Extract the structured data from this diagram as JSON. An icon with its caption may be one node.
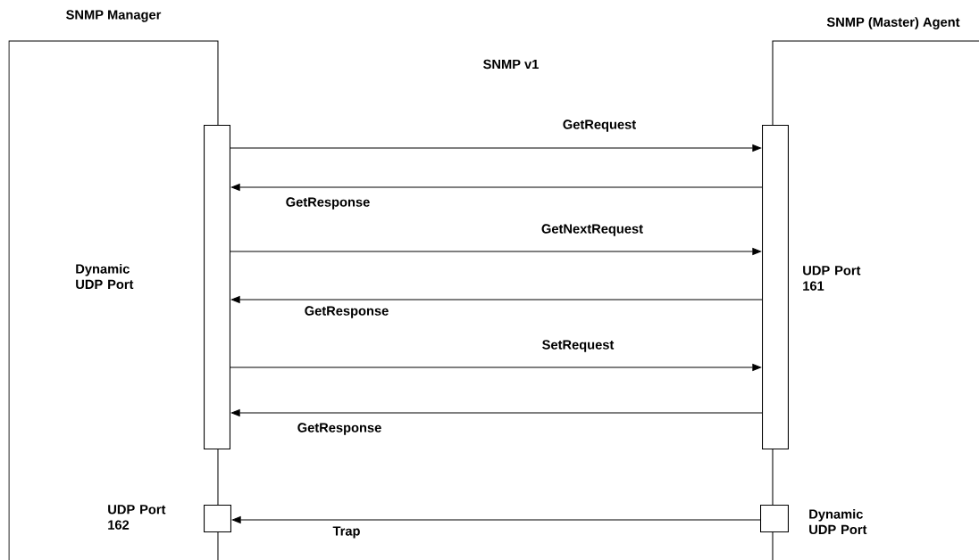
{
  "diagram": {
    "title": "SNMP v1",
    "nodes": [
      {
        "text": [
          "SNMP Manager"
        ]
      },
      {
        "text": [
          "SNMP (Master) Agent"
        ]
      },
      {
        "text": [],
        "shape": "box"
      },
      {
        "text": [],
        "shape": "box"
      },
      {
        "text": [],
        "shape": "box"
      },
      {
        "text": [],
        "shape": "box"
      }
    ],
    "edges": [
      {
        "from": 2,
        "to": 3,
        "arrow": "to",
        "label": "GetRequest"
      },
      {
        "from": 3,
        "to": 2,
        "arrow": "to",
        "label": "GetResponse"
      },
      {
        "from": 2,
        "to": 3,
        "arrow": "to",
        "label": "GetNextRequest"
      },
      {
        "from": 3,
        "to": 2,
        "arrow": "to",
        "label": "GetResponse"
      },
      {
        "from": 2,
        "to": 3,
        "arrow": "to",
        "label": "SetRequest"
      },
      {
        "from": 3,
        "to": 2,
        "arrow": "to",
        "label": "GetResponse"
      },
      {
        "from": 5,
        "to": 4,
        "arrow": "to",
        "label": "Trap"
      }
    ],
    "labels": [
      "Dynamic UDP Port",
      "UDP Port 161",
      "UDP Port 162",
      "Dynamic UDP Port"
    ]
  }
}
